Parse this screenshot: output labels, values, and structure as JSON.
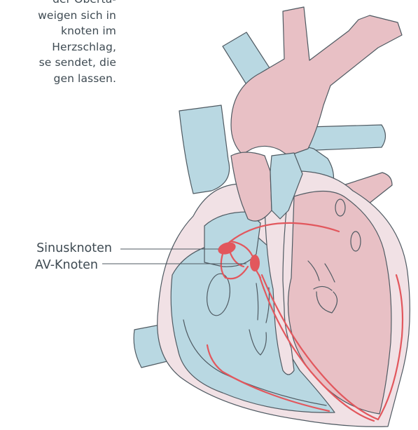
{
  "intro_text": {
    "lines": [
      "der Oberta-",
      "weigen sich in",
      "knoten im",
      "Herzschlag,",
      "se sendet, die",
      "gen lassen."
    ]
  },
  "labels": {
    "sinus_node": "Sinusknoten",
    "av_node": "AV-Knoten"
  },
  "colors": {
    "vessel_blue": "#b9d8e2",
    "vessel_pink": "#e8c0c5",
    "heart_wall": "#f1e1e5",
    "outline": "#4f5a62",
    "conduction_red": "#e2575d",
    "text": "#3e4a52"
  }
}
